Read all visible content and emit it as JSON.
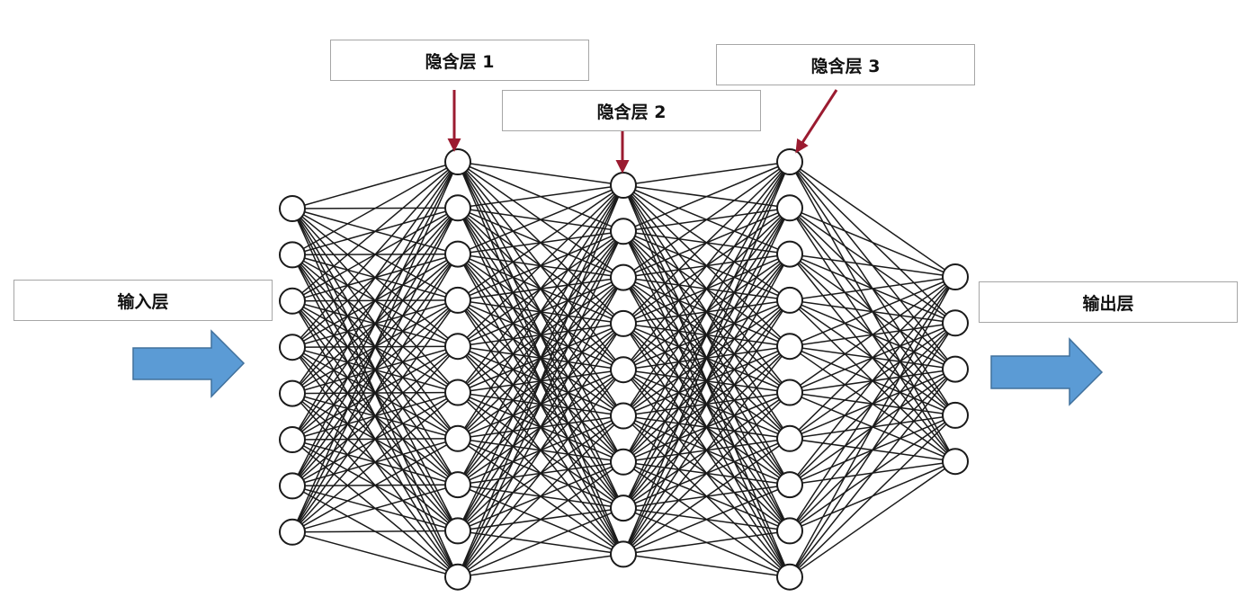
{
  "labels": {
    "input": "输入层",
    "hidden1": "隐含层 1",
    "hidden2": "隐含层 2",
    "hidden3": "隐含层 3",
    "output": "输出层"
  },
  "network": {
    "layers": [
      {
        "name": "input",
        "neurons": 8
      },
      {
        "name": "hidden1",
        "neurons": 10
      },
      {
        "name": "hidden2",
        "neurons": 9
      },
      {
        "name": "hidden3",
        "neurons": 10
      },
      {
        "name": "output",
        "neurons": 5
      }
    ],
    "fully_connected": true
  },
  "colors": {
    "edge": "#1a1a1a",
    "neuron_fill": "#ffffff",
    "neuron_stroke": "#1a1a1a",
    "pointer_arrow": "#9b1b30",
    "flow_arrow_fill": "#5b9bd5",
    "flow_arrow_stroke": "#41719c",
    "label_border": "#a6a6a6"
  }
}
